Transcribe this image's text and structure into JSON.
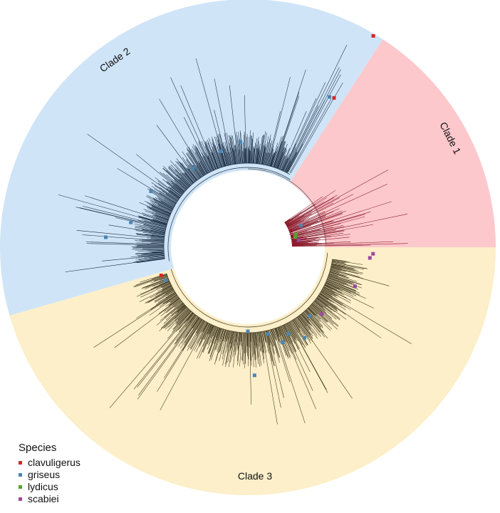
{
  "tree": {
    "clades": [
      {
        "name": "Clade 1",
        "color": "#fcc8cc"
      },
      {
        "name": "Clade 2",
        "color": "#cfe4f7"
      },
      {
        "name": "Clade 3",
        "color": "#fcefc9"
      }
    ],
    "branch_colors": {
      "clade1": "#8b1a2a",
      "clade2": "#1b2e45",
      "clade3": "#3a3219"
    }
  },
  "legend": {
    "title": "Species",
    "items": [
      {
        "label": "clavuligerus",
        "color": "#d62728"
      },
      {
        "label": "griseus",
        "color": "#4a86b4"
      },
      {
        "label": "lydicus",
        "color": "#5aa02c"
      },
      {
        "label": "scabiei",
        "color": "#9c4a9e"
      }
    ]
  }
}
